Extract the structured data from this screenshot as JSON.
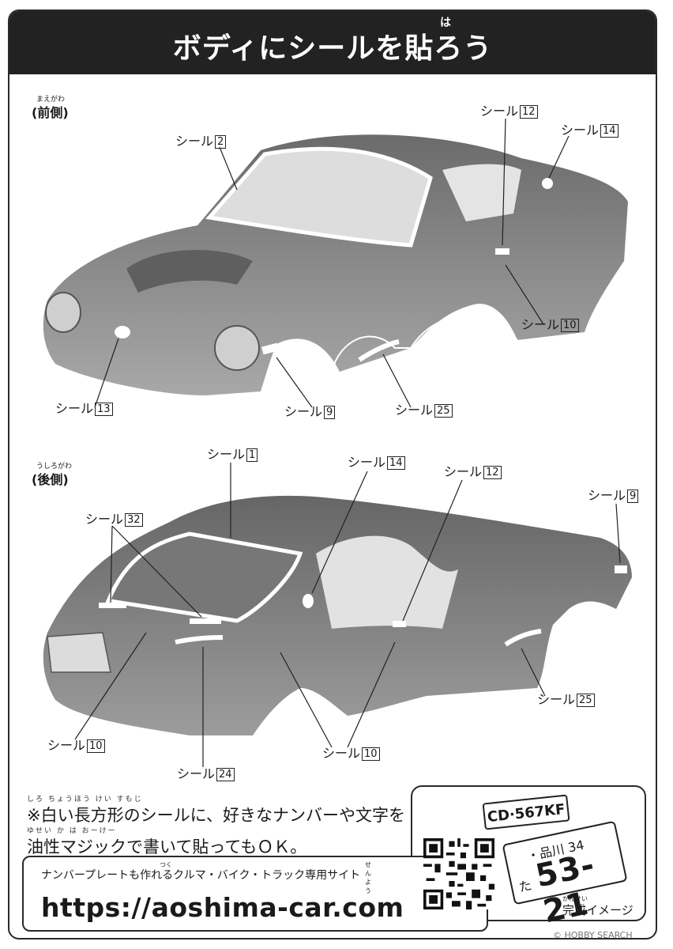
{
  "title": "ボディにシールを貼ろう",
  "title_ruby": "は",
  "views": {
    "front": {
      "label": "(前側)",
      "ruby": "まえがわ"
    },
    "rear": {
      "label": "(後側)",
      "ruby": "うしろがわ"
    }
  },
  "sticker_word": "シール",
  "front_callouts": [
    {
      "id": "front-2",
      "num": "2"
    },
    {
      "id": "front-12",
      "num": "12"
    },
    {
      "id": "front-14",
      "num": "14"
    },
    {
      "id": "front-10",
      "num": "10"
    },
    {
      "id": "front-13",
      "num": "13"
    },
    {
      "id": "front-9",
      "num": "9"
    },
    {
      "id": "front-25",
      "num": "25"
    }
  ],
  "rear_callouts": [
    {
      "id": "rear-1",
      "num": "1"
    },
    {
      "id": "rear-14",
      "num": "14"
    },
    {
      "id": "rear-12",
      "num": "12"
    },
    {
      "id": "rear-9",
      "num": "9"
    },
    {
      "id": "rear-32",
      "num": "32"
    },
    {
      "id": "rear-25",
      "num": "25"
    },
    {
      "id": "rear-10a",
      "num": "10"
    },
    {
      "id": "rear-10b",
      "num": "10"
    },
    {
      "id": "rear-24",
      "num": "24"
    }
  ],
  "note": {
    "ruby1": "しろ ちょうほう けい すもじ",
    "line1": "※白い長方形のシールに、好きなナンバーや文字を",
    "ruby2": "ゆせい か は おーけー",
    "line2": "油性マジックで書いて貼ってもＯＫ。"
  },
  "site": {
    "description": "ナンバープレートも作れるクルマ・バイク・トラック専用サイト",
    "ruby_tsuku": "つく",
    "ruby_senyou": "せんよう",
    "url": "https://aoshima-car.com"
  },
  "plate_small": "CD·567KF",
  "plate_big": {
    "region": "・品川 34",
    "kana": "た",
    "number": "53-21"
  },
  "plate_caption": "完成イメージ",
  "plate_caption_ruby": "かんせい",
  "watermark": "© HOBBY SEARCH"
}
